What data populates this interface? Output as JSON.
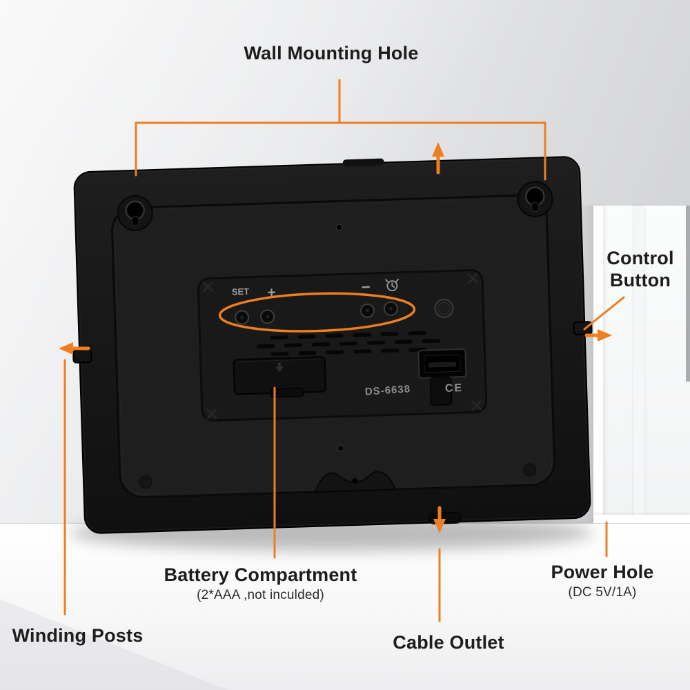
{
  "colors": {
    "accent": "#EE7E1F",
    "label_text": "#1D1D1E",
    "device_body": "#161616"
  },
  "annotations": {
    "wall_mounting_hole": "Wall Mounting Hole",
    "control_button": {
      "line1": "Control",
      "line2": "Button"
    },
    "battery_compartment": {
      "title": "Battery Compartment",
      "subtitle": "(2*AAA ,not inculded)"
    },
    "winding_posts": "Winding Posts",
    "cable_outlet": "Cable Outlet",
    "power_hole": {
      "title": "Power Hole",
      "subtitle": "(DC 5V/1A)"
    }
  },
  "device": {
    "set_label": "SET",
    "plus_label": "+",
    "minus_label": "−",
    "model": "DS-6638",
    "ce_mark": "CE"
  }
}
